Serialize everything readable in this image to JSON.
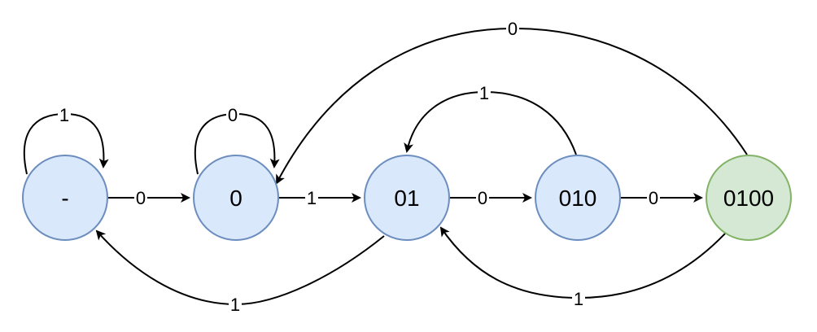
{
  "colors": {
    "state_fill": "#dae8fc",
    "state_stroke": "#6c8ebf",
    "accept_fill": "#d5e8d4",
    "accept_stroke": "#82b366",
    "edge": "#000000"
  },
  "states": [
    {
      "id": "s_empty",
      "label": "-",
      "accepting": false
    },
    {
      "id": "s_0",
      "label": "0",
      "accepting": false
    },
    {
      "id": "s_01",
      "label": "01",
      "accepting": false
    },
    {
      "id": "s_010",
      "label": "010",
      "accepting": false
    },
    {
      "id": "s_0100",
      "label": "0100",
      "accepting": true
    }
  ],
  "transitions": [
    {
      "id": "t_empty_self",
      "from": "-",
      "to": "-",
      "label": "1"
    },
    {
      "id": "t_empty_0",
      "from": "-",
      "to": "0",
      "label": "0"
    },
    {
      "id": "t_0_self",
      "from": "0",
      "to": "0",
      "label": "0"
    },
    {
      "id": "t_0_01",
      "from": "0",
      "to": "01",
      "label": "1"
    },
    {
      "id": "t_01_010",
      "from": "01",
      "to": "010",
      "label": "0"
    },
    {
      "id": "t_010_0100",
      "from": "010",
      "to": "0100",
      "label": "0"
    },
    {
      "id": "t_010_01",
      "from": "010",
      "to": "01",
      "label": "1"
    },
    {
      "id": "t_01_empty",
      "from": "01",
      "to": "-",
      "label": "1"
    },
    {
      "id": "t_0100_01",
      "from": "0100",
      "to": "01",
      "label": "1"
    },
    {
      "id": "t_0100_0",
      "from": "0100",
      "to": "0",
      "label": "0"
    }
  ]
}
